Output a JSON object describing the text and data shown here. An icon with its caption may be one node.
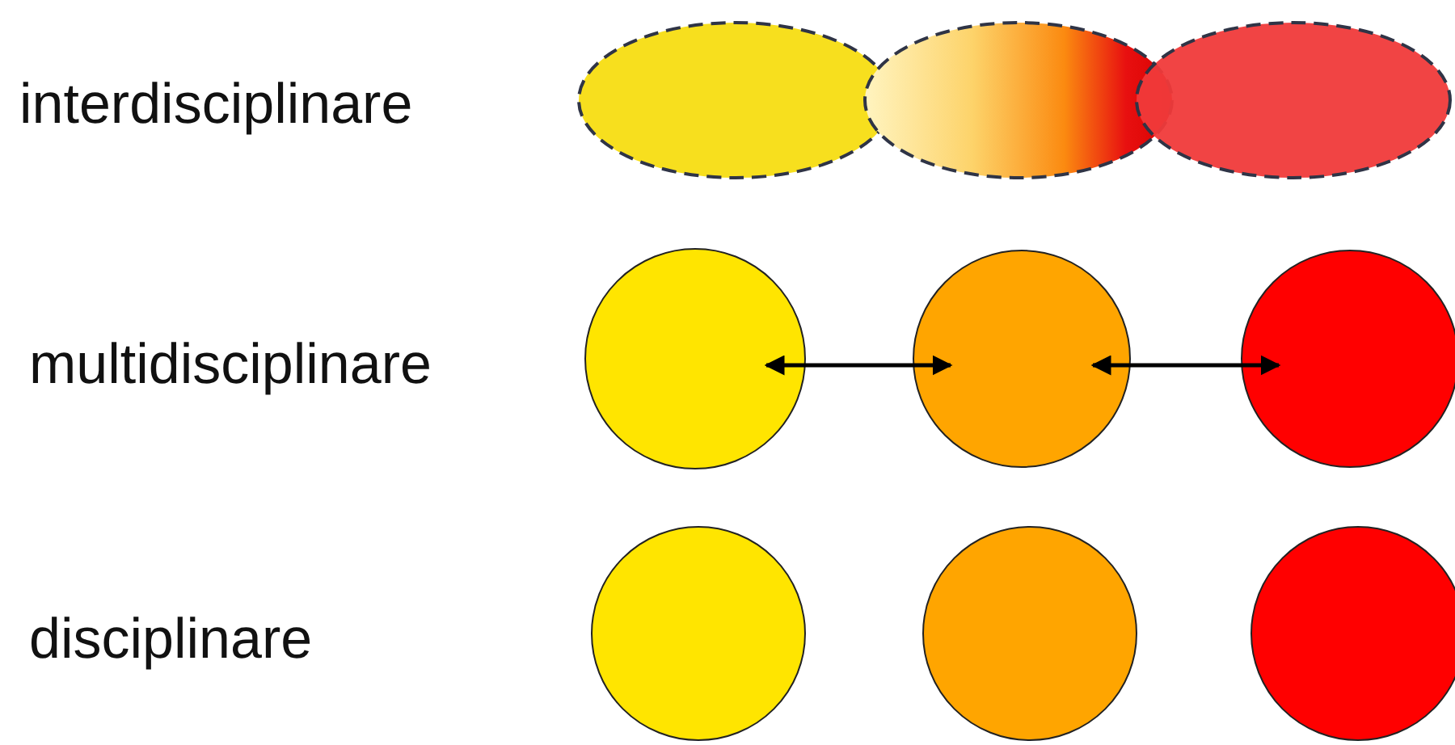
{
  "diagram": {
    "nodes": [
      {
        "text": [],
        "shape": "ellipse"
      },
      {
        "text": [],
        "shape": "ellipse"
      },
      {
        "text": [],
        "shape": "ellipse"
      },
      {
        "text": [],
        "shape": "circle"
      },
      {
        "text": [],
        "shape": "circle"
      },
      {
        "text": [],
        "shape": "circle"
      },
      {
        "text": [],
        "shape": "circle"
      },
      {
        "text": [],
        "shape": "circle"
      },
      {
        "text": [],
        "shape": "circle"
      }
    ],
    "edges": [
      {
        "from": 3,
        "to": 4,
        "arrow": "both"
      },
      {
        "from": 4,
        "to": 5,
        "arrow": "both"
      }
    ],
    "labels": [
      "interdisciplinare",
      "multidisciplinare",
      "disciplinare"
    ]
  }
}
